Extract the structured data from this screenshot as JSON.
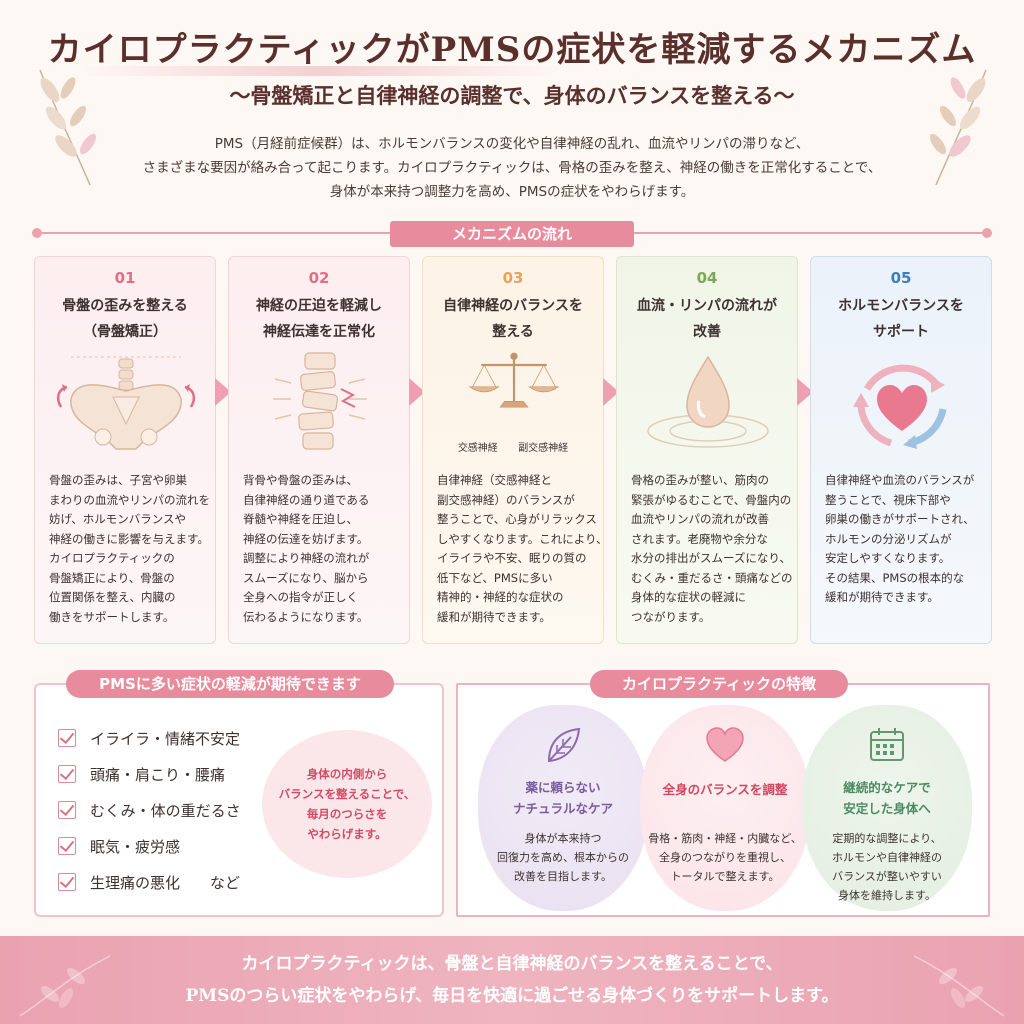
{
  "header": {
    "title": "カイロプラクティックがPMSの症状を軽減するメカニズム",
    "subtitle": "〜骨盤矯正と自律神経の調整で、身体のバランスを整える〜",
    "intro": [
      "PMS（月経前症候群）は、ホルモンバランスの変化や自律神経の乱れ、血流やリンパの滞りなど、",
      "さまざまな要因が絡み合って起こります。カイロプラクティックは、骨格の歪みを整え、神経の働きを正常化することで、",
      "身体が本来持つ調整力を高め、PMSの症状をやわらげます。"
    ]
  },
  "flow": {
    "header": "メカニズムの流れ",
    "steps": [
      {
        "num": "01",
        "title": [
          "骨盤の歪みを整える",
          "（骨盤矯正）"
        ],
        "body": [
          "骨盤の歪みは、子宮や卵巣",
          "まわりの血流やリンパの流れを",
          "妨げ、ホルモンバランスや",
          "神経の働きに影響を与えます。",
          "カイロプラクティックの",
          "骨盤矯正により、骨盤の",
          "位置関係を整え、内臓の",
          "働きをサポートします。"
        ],
        "color": "#e06f86"
      },
      {
        "num": "02",
        "title": [
          "神経の圧迫を軽減し",
          "神経伝達を正常化"
        ],
        "body": [
          "背骨や骨盤の歪みは、",
          "自律神経の通り道である",
          "脊髄や神経を圧迫し、",
          "神経の伝達を妨げます。",
          "調整により神経の流れが",
          "スムーズになり、脳から",
          "全身への指令が正しく",
          "伝わるようになります。"
        ],
        "color": "#e06f86"
      },
      {
        "num": "03",
        "title": [
          "自律神経のバランスを",
          "整える"
        ],
        "body": [
          "自律神経（交感神経と",
          "副交感神経）のバランスが",
          "整うことで、心身がリラックス",
          "しやすくなります。これにより、",
          "イライラや不安、眠りの質の",
          "低下など、PMSに多い",
          "精神的・神経的な症状の",
          "緩和が期待できます。"
        ],
        "labels": [
          "交感神経",
          "副交感神経"
        ],
        "color": "#e5a35b"
      },
      {
        "num": "04",
        "title": [
          "血流・リンパの流れが",
          "改善"
        ],
        "body": [
          "骨格の歪みが整い、筋肉の",
          "緊張がゆるむことで、骨盤内の",
          "血流やリンパの流れが改善",
          "されます。老廃物や余分な",
          "水分の排出がスムーズになり、",
          "むくみ・重だるさ・頭痛などの",
          "身体的な症状の軽減に",
          "つながります。"
        ],
        "color": "#7ea65a"
      },
      {
        "num": "05",
        "title": [
          "ホルモンバランスを",
          "サポート"
        ],
        "body": [
          "自律神経や血流のバランスが",
          "整うことで、視床下部や",
          "卵巣の働きがサポートされ、",
          "ホルモンの分泌リズムが",
          "安定しやすくなります。",
          "その結果、PMSの根本的な",
          "緩和が期待できます。"
        ],
        "color": "#3b7fb5"
      }
    ]
  },
  "symptoms": {
    "header": "PMSに多い症状の軽減が期待できます",
    "items": [
      "イライラ・情緒不安定",
      "頭痛・肩こり・腰痛",
      "むくみ・体の重だるさ",
      "眠気・疲労感",
      "生理痛の悪化　　など"
    ],
    "bubble": [
      "身体の内側から",
      "バランスを整えることで、",
      "毎月のつらさを",
      "やわらげます。"
    ]
  },
  "features": {
    "header": "カイロプラクティックの特徴",
    "items": [
      {
        "icon": "leaf-icon",
        "title": [
          "薬に頼らない",
          "ナチュラルなケア"
        ],
        "body": [
          "身体が本来持つ",
          "回復力を高め、根本からの",
          "改善を目指します。"
        ],
        "color": "#7a5aa0"
      },
      {
        "icon": "heart-icon",
        "title": [
          "全身のバランスを調整"
        ],
        "body": [
          "骨格・筋肉・神経・内臓など、",
          "全身のつながりを重視し、",
          "トータルで整えます。"
        ],
        "color": "#d2465f"
      },
      {
        "icon": "calendar-icon",
        "title": [
          "継続的なケアで",
          "安定した身体へ"
        ],
        "body": [
          "定期的な調整により、",
          "ホルモンや自律神経の",
          "バランスが整いやすい",
          "身体を維持します。"
        ],
        "color": "#4b8a64"
      }
    ]
  },
  "footer": {
    "lines": [
      "カイロプラクティックは、骨盤と自律神経のバランスを整えることで、",
      "PMSのつらい症状をやわらげ、毎日を快適に過ごせる身体づくりをサポートします。"
    ]
  }
}
